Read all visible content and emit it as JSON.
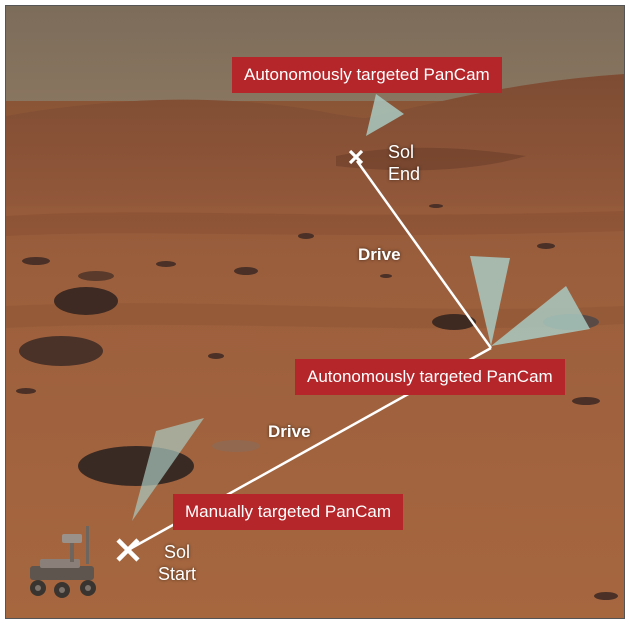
{
  "labels": {
    "top_autonomous": "Autonomously targeted PanCam",
    "mid_autonomous": "Autonomously targeted PanCam",
    "manual": "Manually targeted PanCam",
    "drive_upper": "Drive",
    "drive_lower": "Drive",
    "sol_end_line1": "Sol",
    "sol_end_line2": "End",
    "sol_start_line1": "Sol",
    "sol_start_line2": "Start"
  },
  "colors": {
    "label_background": "#b5262b",
    "label_text": "#ffffff",
    "path_line": "#ffffff",
    "field_of_view_fill": "#a9c9c1",
    "sky": "#8a7a66",
    "terrain": "#9a5e3c"
  },
  "icons": {
    "start_marker": "x-mark-icon",
    "end_marker": "x-mark-icon",
    "rover": "rover-icon"
  }
}
